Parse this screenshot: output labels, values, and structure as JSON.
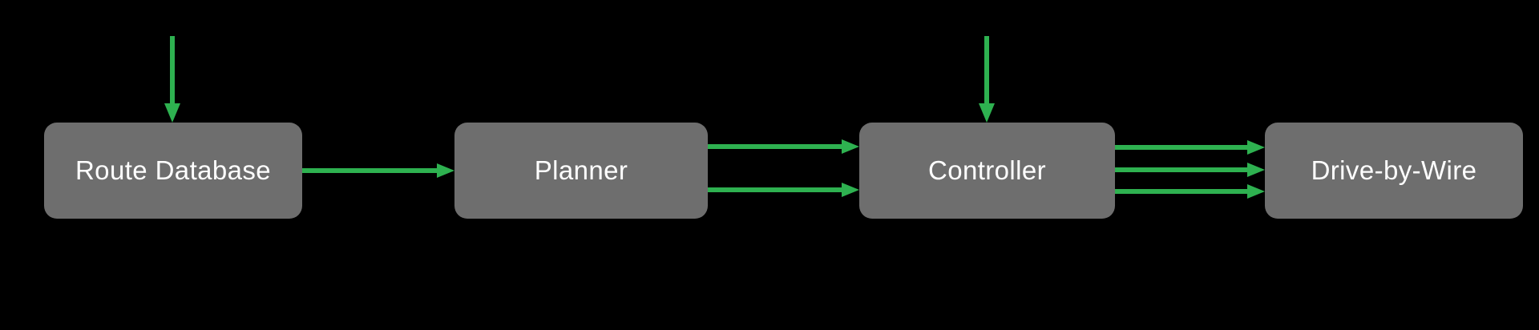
{
  "diagram": {
    "nodes": [
      {
        "id": "route-database",
        "label": "Route Database"
      },
      {
        "id": "planner",
        "label": "Planner"
      },
      {
        "id": "controller",
        "label": "Controller"
      },
      {
        "id": "drive-by-wire",
        "label": "Drive-by-Wire"
      }
    ],
    "edges": [
      {
        "from": "external-input",
        "to": "route-database",
        "direction": "down",
        "arrows": 1
      },
      {
        "from": "route-database",
        "to": "planner",
        "direction": "right",
        "arrows": 1
      },
      {
        "from": "planner",
        "to": "controller",
        "direction": "right",
        "arrows": 2
      },
      {
        "from": "external-input",
        "to": "controller",
        "direction": "down",
        "arrows": 1
      },
      {
        "from": "controller",
        "to": "drive-by-wire",
        "direction": "right",
        "arrows": 3
      }
    ],
    "colors": {
      "background": "#000000",
      "node_fill": "#6e6e6e",
      "node_text": "#ffffff",
      "arrow": "#2eb150"
    }
  }
}
